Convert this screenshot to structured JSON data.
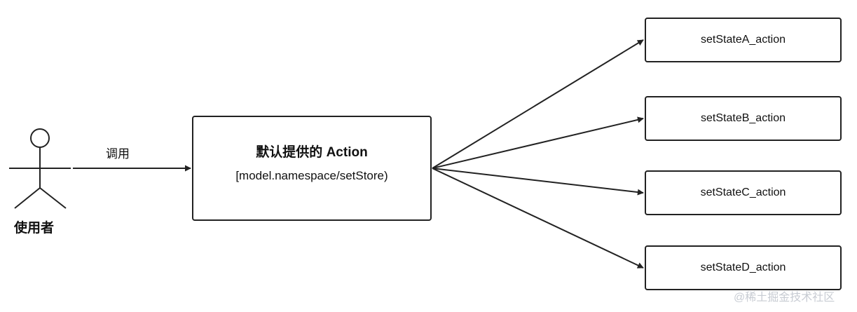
{
  "actor": {
    "label": "使用者"
  },
  "call_edge": {
    "label": "调用"
  },
  "main_box": {
    "title": "默认提供的 Action",
    "subtitle": "[model.namespace/setStore)"
  },
  "actions": [
    {
      "label": "setStateA_action"
    },
    {
      "label": "setStateB_action"
    },
    {
      "label": "setStateC_action"
    },
    {
      "label": "setStateD_action"
    }
  ],
  "watermark": "@稀土掘金技术社区",
  "colors": {
    "stroke": "#222222",
    "watermark": "#c8ccd3"
  }
}
